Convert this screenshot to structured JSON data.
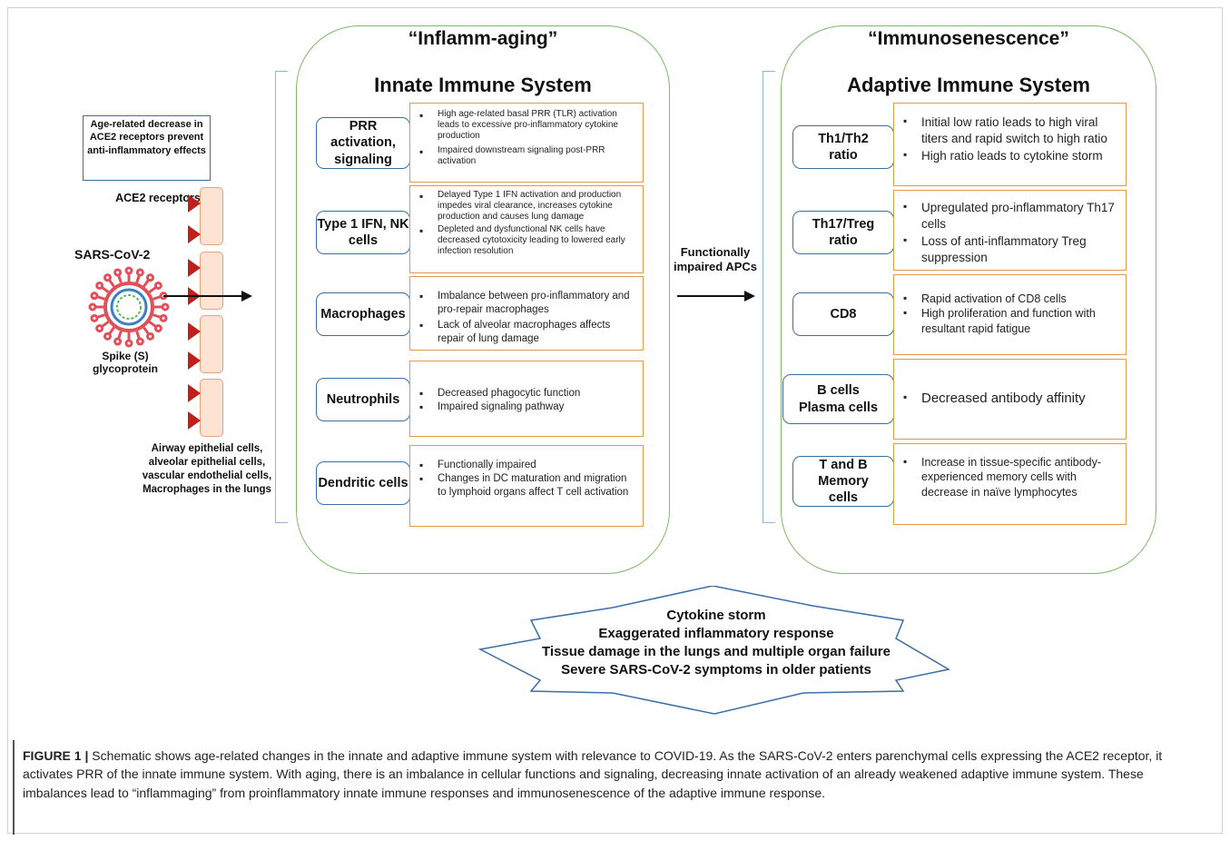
{
  "left": {
    "ace2_note": "Age-related decrease in ACE2 receptors prevent anti-inflammatory effects",
    "ace2_label": "ACE2 receptors",
    "virus_label": "SARS-CoV-2",
    "spike_label": "Spike (S) glycoprotein",
    "cells_label": "Airway epithelial cells, alveolar epithelial cells, vascular endothelial cells, Macrophages in the lungs"
  },
  "innate": {
    "quote": "“Inflamm-aging”",
    "title": "Innate Immune System",
    "rows": [
      {
        "label": "PRR activation, signaling",
        "bullets": [
          "High age-related basal PRR (TLR) activation leads to excessive pro-inflammatory cytokine production",
          "Impaired downstream signaling post-PRR activation"
        ]
      },
      {
        "label": "Type 1 IFN, NK cells",
        "bullets": [
          "Delayed Type 1 IFN activation and production impedes viral clearance, increases cytokine production and causes lung damage",
          "Depleted and dysfunctional NK cells have decreased cytotoxicity leading to lowered early infection resolution"
        ]
      },
      {
        "label": "Macrophages",
        "bullets": [
          "Imbalance between pro-inflammatory and pro-repair macrophages",
          "Lack of alveolar macrophages affects repair of lung damage"
        ]
      },
      {
        "label": "Neutrophils",
        "bullets": [
          "Decreased phagocytic function",
          "Impaired signaling pathway"
        ]
      },
      {
        "label": "Dendritic cells",
        "bullets": [
          "Functionally impaired",
          "Changes in DC maturation and migration to lymphoid organs affect T cell activation"
        ]
      }
    ]
  },
  "middle_label": "Functionally impaired APCs",
  "adaptive": {
    "quote": "“Immunosenescence”",
    "title": "Adaptive Immune System",
    "rows": [
      {
        "label": "Th1/Th2 ratio",
        "bullets": [
          "Initial low ratio leads to high viral titers and rapid switch to high ratio",
          "High ratio leads to cytokine storm"
        ]
      },
      {
        "label": "Th17/Treg ratio",
        "bullets": [
          "Upregulated pro-inflammatory Th17 cells",
          "Loss of anti-inflammatory Treg suppression"
        ]
      },
      {
        "label": "CD8",
        "bullets": [
          "Rapid activation of CD8 cells",
          "High proliferation and function with resultant rapid fatigue"
        ]
      },
      {
        "label": "B cells Plasma cells",
        "bullets": [
          "Decreased antibody affinity"
        ]
      },
      {
        "label": "T and B Memory cells",
        "bullets": [
          "Increase in tissue-specific antibody-experienced memory cells with decrease in naïve lymphocytes"
        ]
      }
    ]
  },
  "outcome": {
    "lines": [
      "Cytokine storm",
      "Exaggerated inflammatory response",
      "Tissue damage in the lungs and multiple organ failure",
      "Severe SARS-CoV-2 symptoms in older patients"
    ]
  },
  "caption": {
    "label": "FIGURE 1 |",
    "text": " Schematic shows age-related changes in the innate and adaptive immune system with relevance to COVID-19. As the SARS-CoV-2 enters parenchymal cells expressing the ACE2 receptor, it activates PRR of the innate immune system. With aging, there is an imbalance in cellular functions and signaling, decreasing innate activation of an already weakened adaptive immune system. These imbalances lead to “inflammaging” from proinflammatory innate immune responses and immunosenescence of the adaptive immune response."
  },
  "colors": {
    "panel_border": "#7fb86a",
    "label_border": "#3a6ea5",
    "desc_border": "#e09a4a",
    "receptor": "#c0201c",
    "virus": "#e0505a"
  }
}
